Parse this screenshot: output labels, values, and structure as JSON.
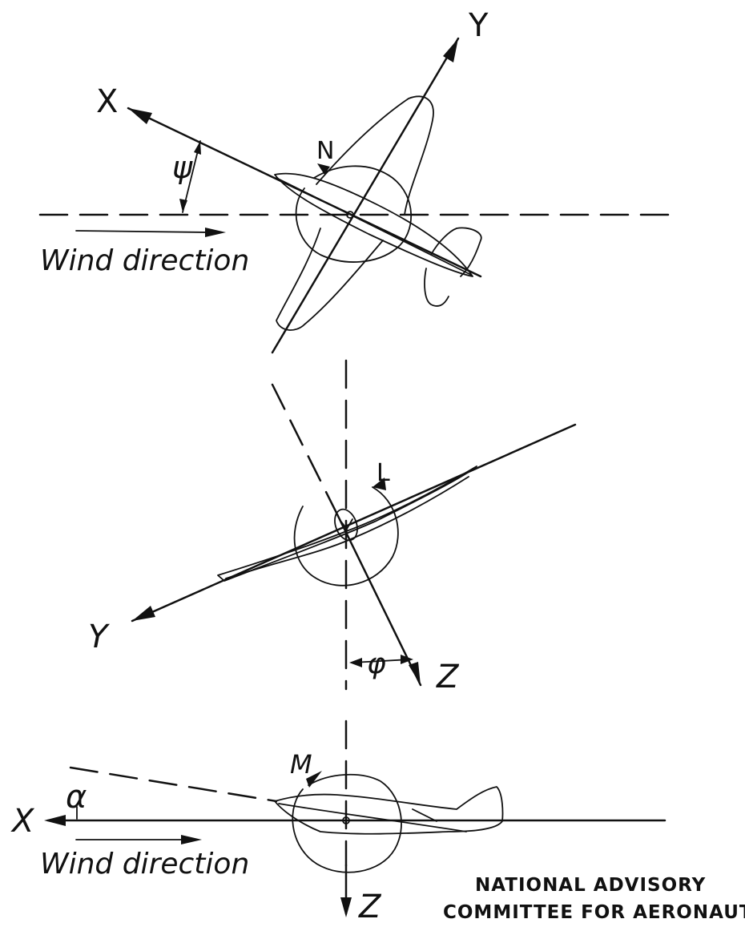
{
  "top_view": {
    "axis_x_label": "X",
    "axis_y_label": "Y",
    "moment_label": "N",
    "angle_label": "ψ",
    "wind_label": "Wind direction"
  },
  "front_view": {
    "axis_y_label": "Y",
    "axis_z_label": "Z",
    "moment_label": "L",
    "angle_label": "φ"
  },
  "side_view": {
    "axis_x_label": "X",
    "axis_z_label": "Z",
    "moment_label": "M",
    "angle_label": "α",
    "wind_label": "Wind direction"
  },
  "credit": {
    "line1": "NATIONAL ADVISORY",
    "line2": "COMMITTEE FOR AERONAUTICS"
  }
}
